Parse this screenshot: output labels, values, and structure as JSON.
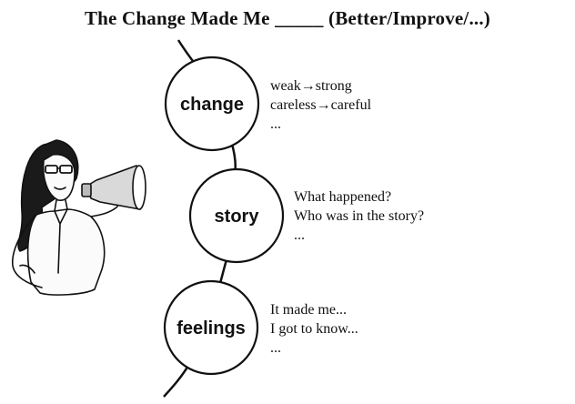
{
  "title": "The Change Made Me _____ (Better/Improve/...)",
  "nodes": [
    {
      "label": "change",
      "notes": [
        "weak→strong",
        "careless→careful",
        "..."
      ]
    },
    {
      "label": "story",
      "notes": [
        "What happened?",
        "Who was in the story?",
        "..."
      ]
    },
    {
      "label": "feelings",
      "notes": [
        "It made me...",
        "I got to know...",
        "..."
      ]
    }
  ],
  "colors": {
    "ink": "#111111",
    "hair": "#1a1a1a",
    "skin": "#fbfbfb",
    "megaphone": "#d9d9d9"
  },
  "illustration": "teacher-with-megaphone"
}
